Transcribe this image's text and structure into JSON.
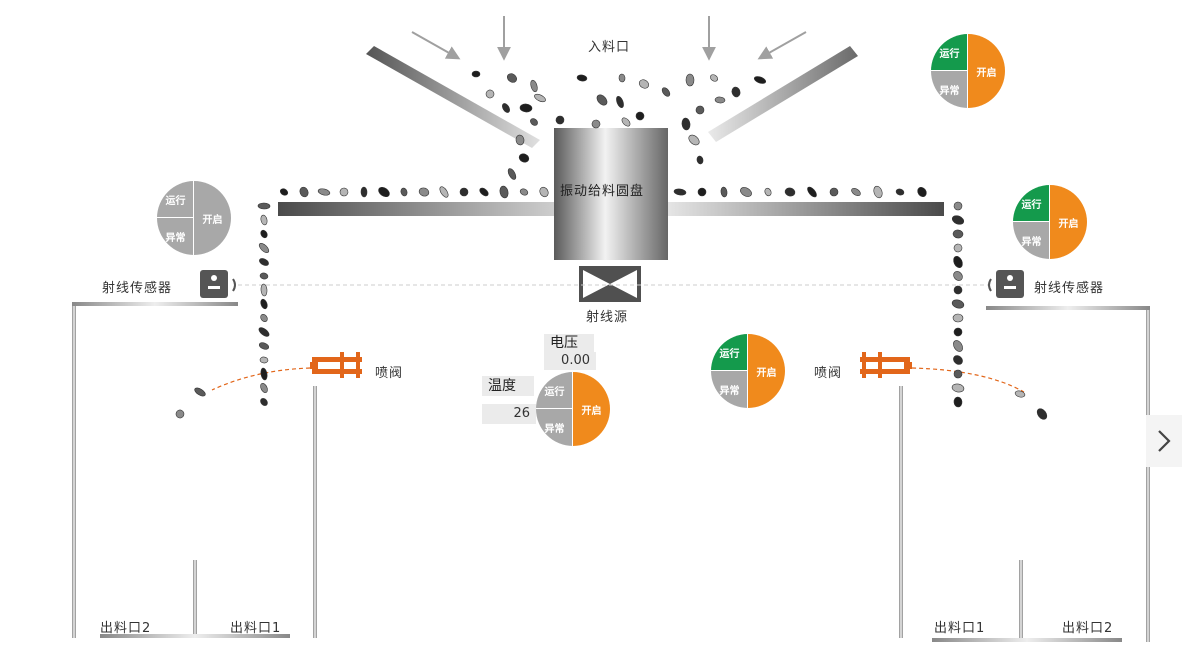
{
  "colors": {
    "running": "#149a4c",
    "on": "#f08a1c",
    "off": "#a8a8a8",
    "accent_valve": "#e2661a"
  },
  "labels": {
    "inlet": "入料口",
    "feeder": "振动给料圆盘",
    "ray_source": "射线源",
    "sensor_left": "射线传感器",
    "sensor_right": "射线传感器",
    "valve_left": "喷阀",
    "valve_right": "喷阀",
    "outlet_left_2": "出料口2",
    "outlet_left_1": "出料口1",
    "outlet_right_1": "出料口1",
    "outlet_right_2": "出料口2"
  },
  "readings": {
    "voltage_label": "电压",
    "voltage_value": "0.00",
    "temperature_label": "温度",
    "temperature_value": "26"
  },
  "indicators": [
    {
      "id": "top-right",
      "run": "运行",
      "err": "异常",
      "on": "开启",
      "run_active": true,
      "on_active": true
    },
    {
      "id": "left",
      "run": "运行",
      "err": "异常",
      "on": "开启",
      "run_active": false,
      "on_active": false
    },
    {
      "id": "right",
      "run": "运行",
      "err": "异常",
      "on": "开启",
      "run_active": true,
      "on_active": true
    },
    {
      "id": "center-right",
      "run": "运行",
      "err": "异常",
      "on": "开启",
      "run_active": true,
      "on_active": true
    },
    {
      "id": "temperature",
      "run": "运行",
      "err": "异常",
      "on": "开启",
      "run_active": false,
      "on_active": true
    }
  ],
  "icons": {
    "next": "chevron-right-icon"
  }
}
